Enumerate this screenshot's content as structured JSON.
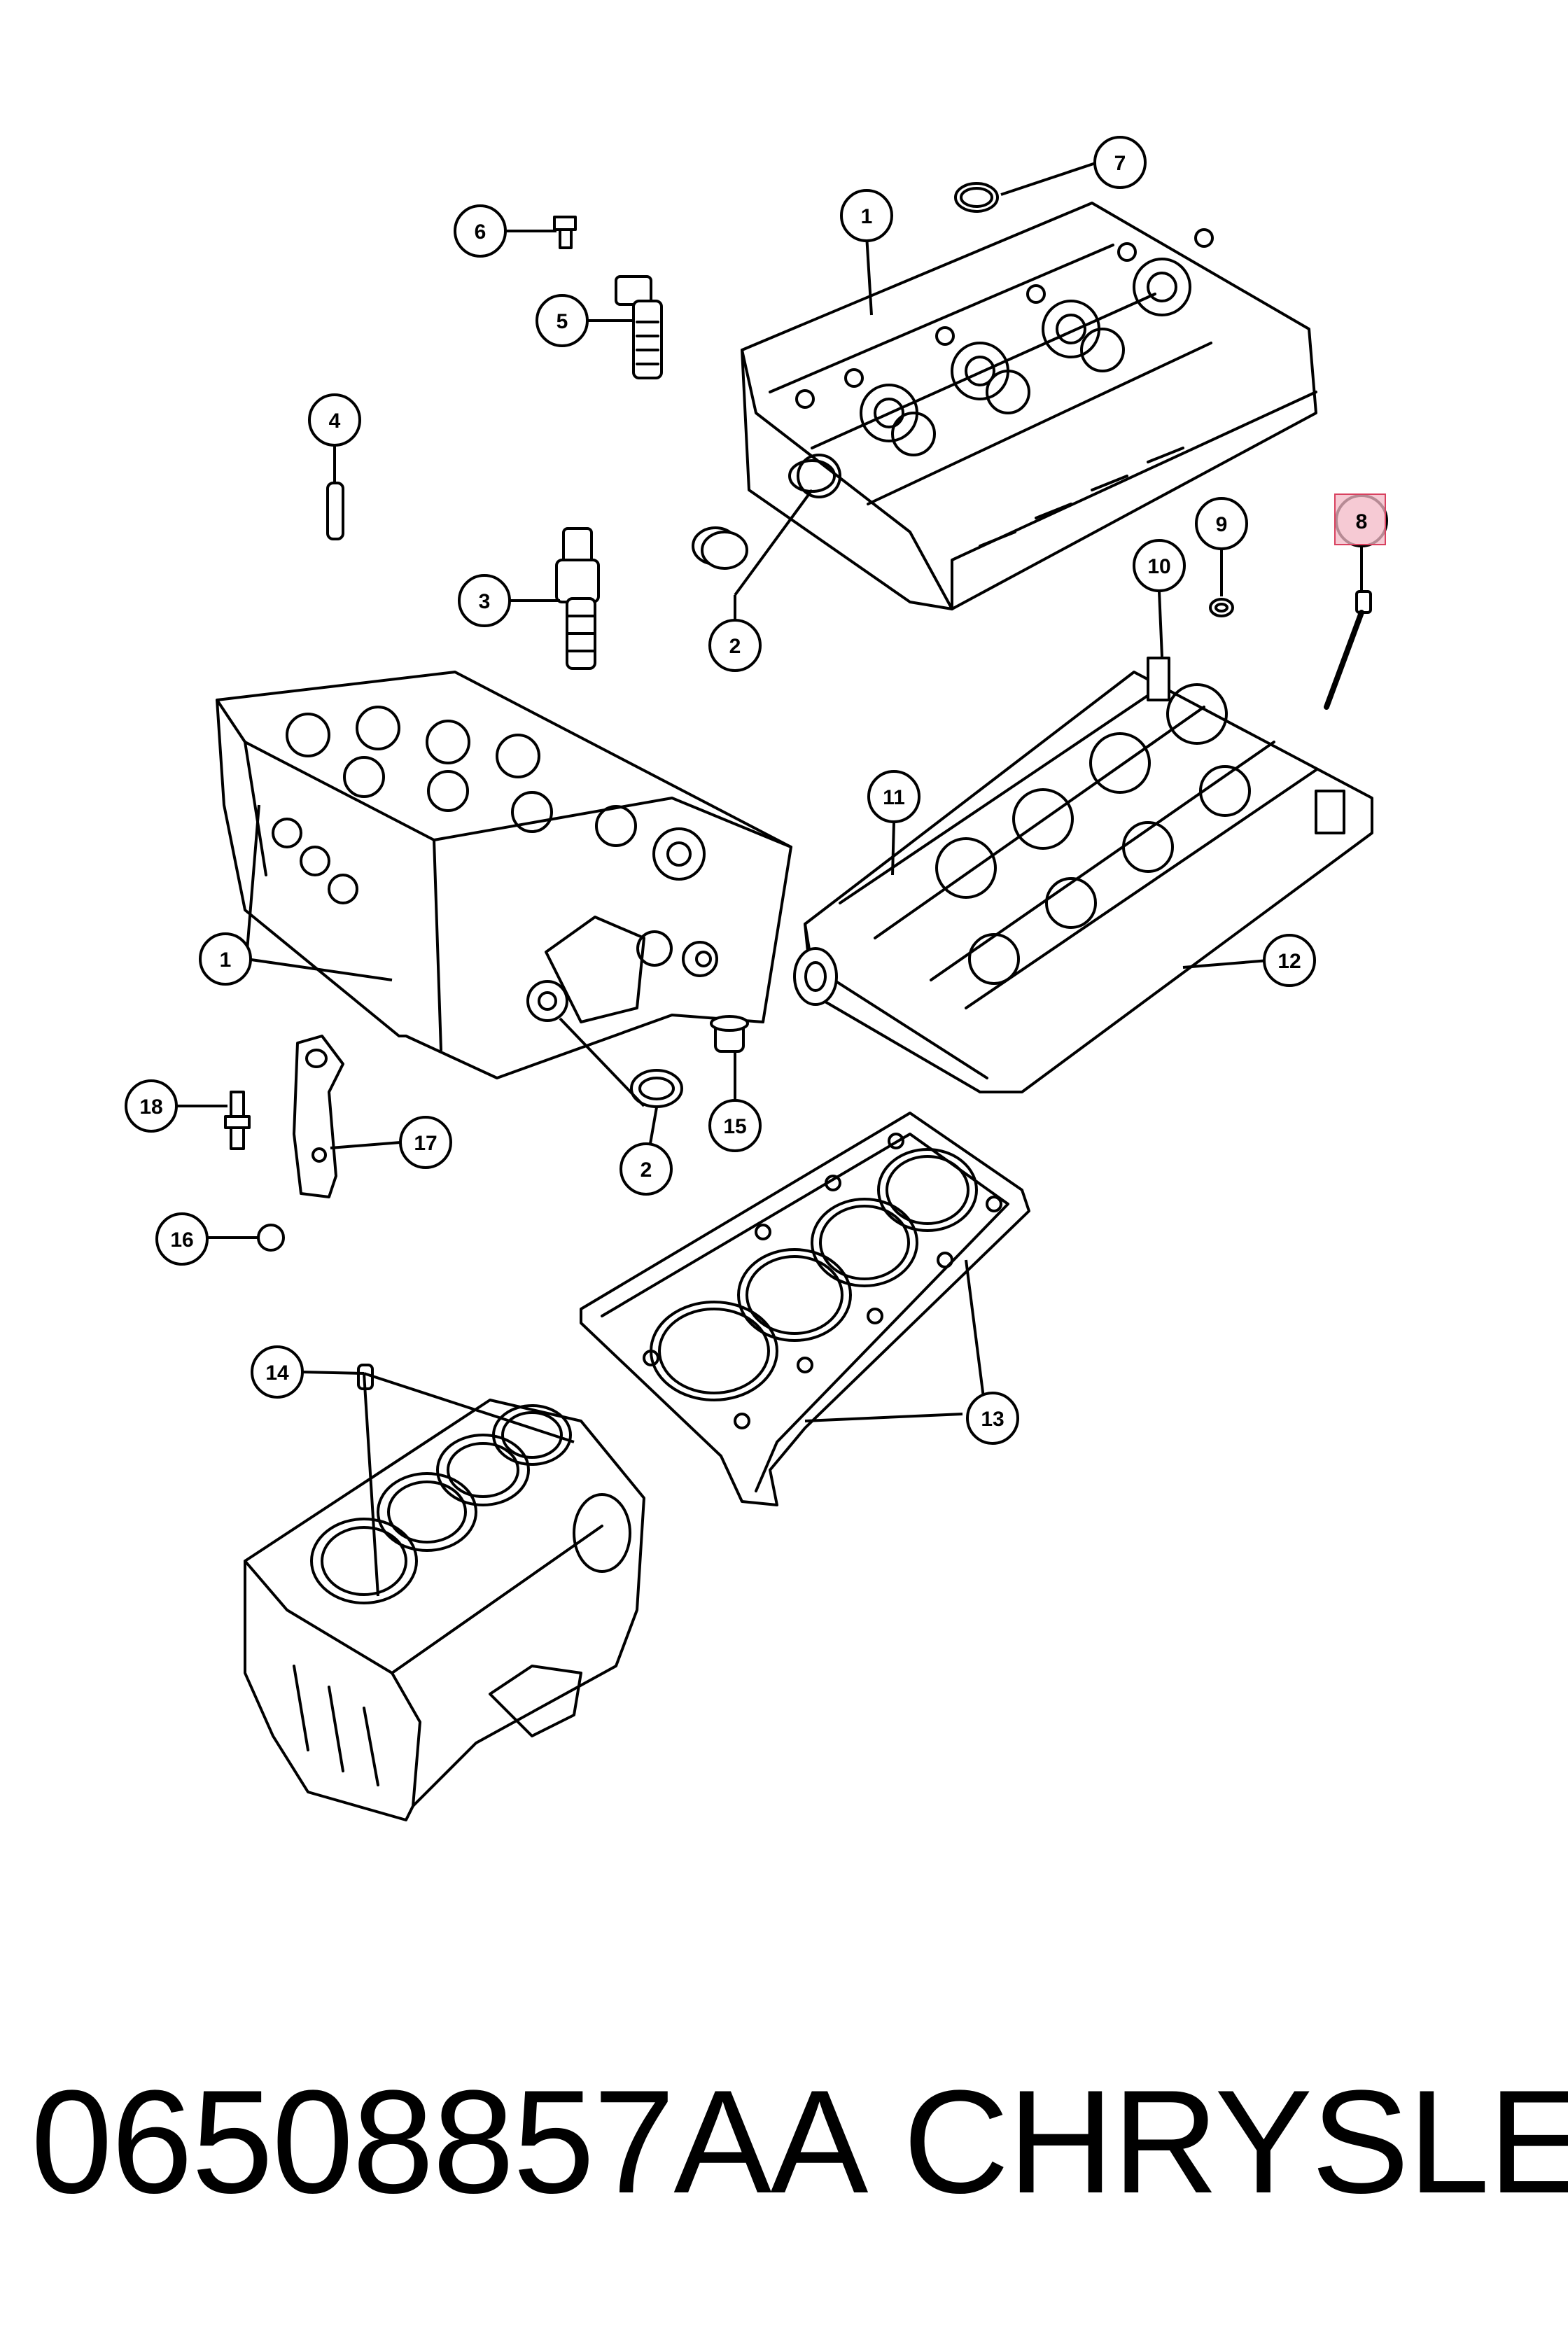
{
  "footer": {
    "part_number": "06508857AA",
    "brand": "CHRYSLER"
  },
  "highlight_color": "#f3b8c5",
  "callouts": [
    {
      "id": "c7",
      "label": "7"
    },
    {
      "id": "c1a",
      "label": "1"
    },
    {
      "id": "c6",
      "label": "6"
    },
    {
      "id": "c5",
      "label": "5"
    },
    {
      "id": "c4",
      "label": "4"
    },
    {
      "id": "c9",
      "label": "9"
    },
    {
      "id": "c8",
      "label": "8",
      "highlighted": true
    },
    {
      "id": "c10",
      "label": "10"
    },
    {
      "id": "c3",
      "label": "3"
    },
    {
      "id": "c2a",
      "label": "2"
    },
    {
      "id": "c11",
      "label": "11"
    },
    {
      "id": "c1b",
      "label": "1"
    },
    {
      "id": "c12",
      "label": "12"
    },
    {
      "id": "c18",
      "label": "18"
    },
    {
      "id": "c17",
      "label": "17"
    },
    {
      "id": "c15",
      "label": "15"
    },
    {
      "id": "c2b",
      "label": "2"
    },
    {
      "id": "c16",
      "label": "16"
    },
    {
      "id": "c14",
      "label": "14"
    },
    {
      "id": "c13",
      "label": "13"
    }
  ]
}
